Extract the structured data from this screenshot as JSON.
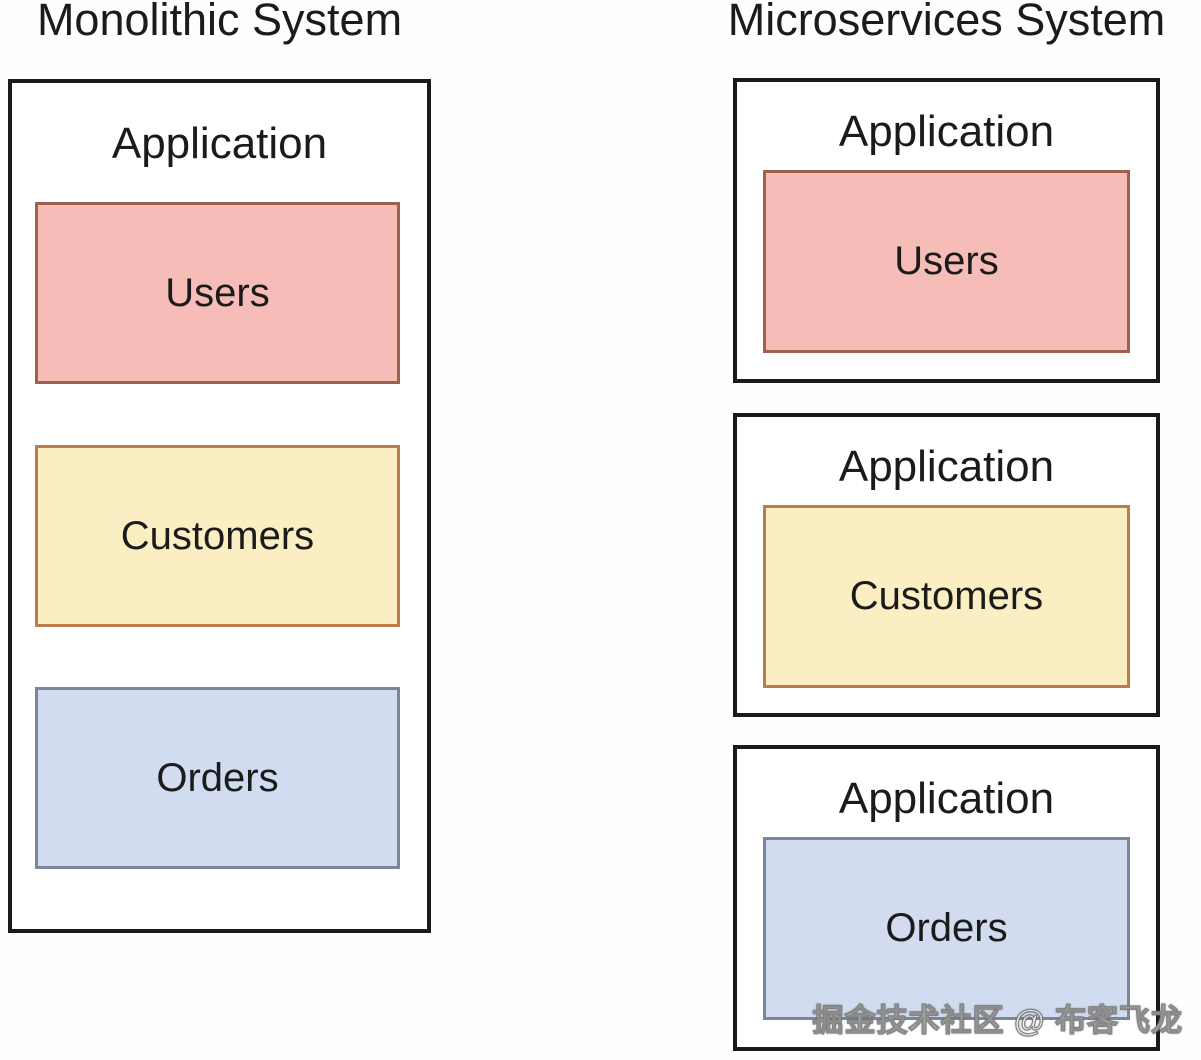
{
  "monolithic": {
    "title": "Monolithic System",
    "app_label": "Application",
    "modules": [
      {
        "label": "Users",
        "fill": "#F5BCB8",
        "border": "#A1604C"
      },
      {
        "label": "Customers",
        "fill": "#FAEEC2",
        "border": "#BA7D4D"
      },
      {
        "label": "Orders",
        "fill": "#D1DCF0",
        "border": "#7D8598"
      }
    ]
  },
  "microservices": {
    "title": "Microservices System",
    "apps": [
      {
        "app_label": "Application",
        "module": {
          "label": "Users",
          "fill": "#F5BCB8",
          "border": "#A1604C"
        }
      },
      {
        "app_label": "Application",
        "module": {
          "label": "Customers",
          "fill": "#FAEEC2",
          "border": "#BA7D4D"
        }
      },
      {
        "app_label": "Application",
        "module": {
          "label": "Orders",
          "fill": "#D1DCF0",
          "border": "#7D8598"
        }
      }
    ]
  },
  "watermark": {
    "text": "掘金技术社区 @ 布客飞龙"
  },
  "colors": {
    "outer_border": "#1A1A1A",
    "text": "#1B1B1B",
    "background": "#FEFEFE",
    "users_fill": "#F5BCB8",
    "users_border": "#A1604C",
    "customers_fill": "#FAEEC2",
    "customers_border": "#BA7D4D",
    "orders_fill": "#D1DCF0",
    "orders_border": "#7D8598"
  }
}
